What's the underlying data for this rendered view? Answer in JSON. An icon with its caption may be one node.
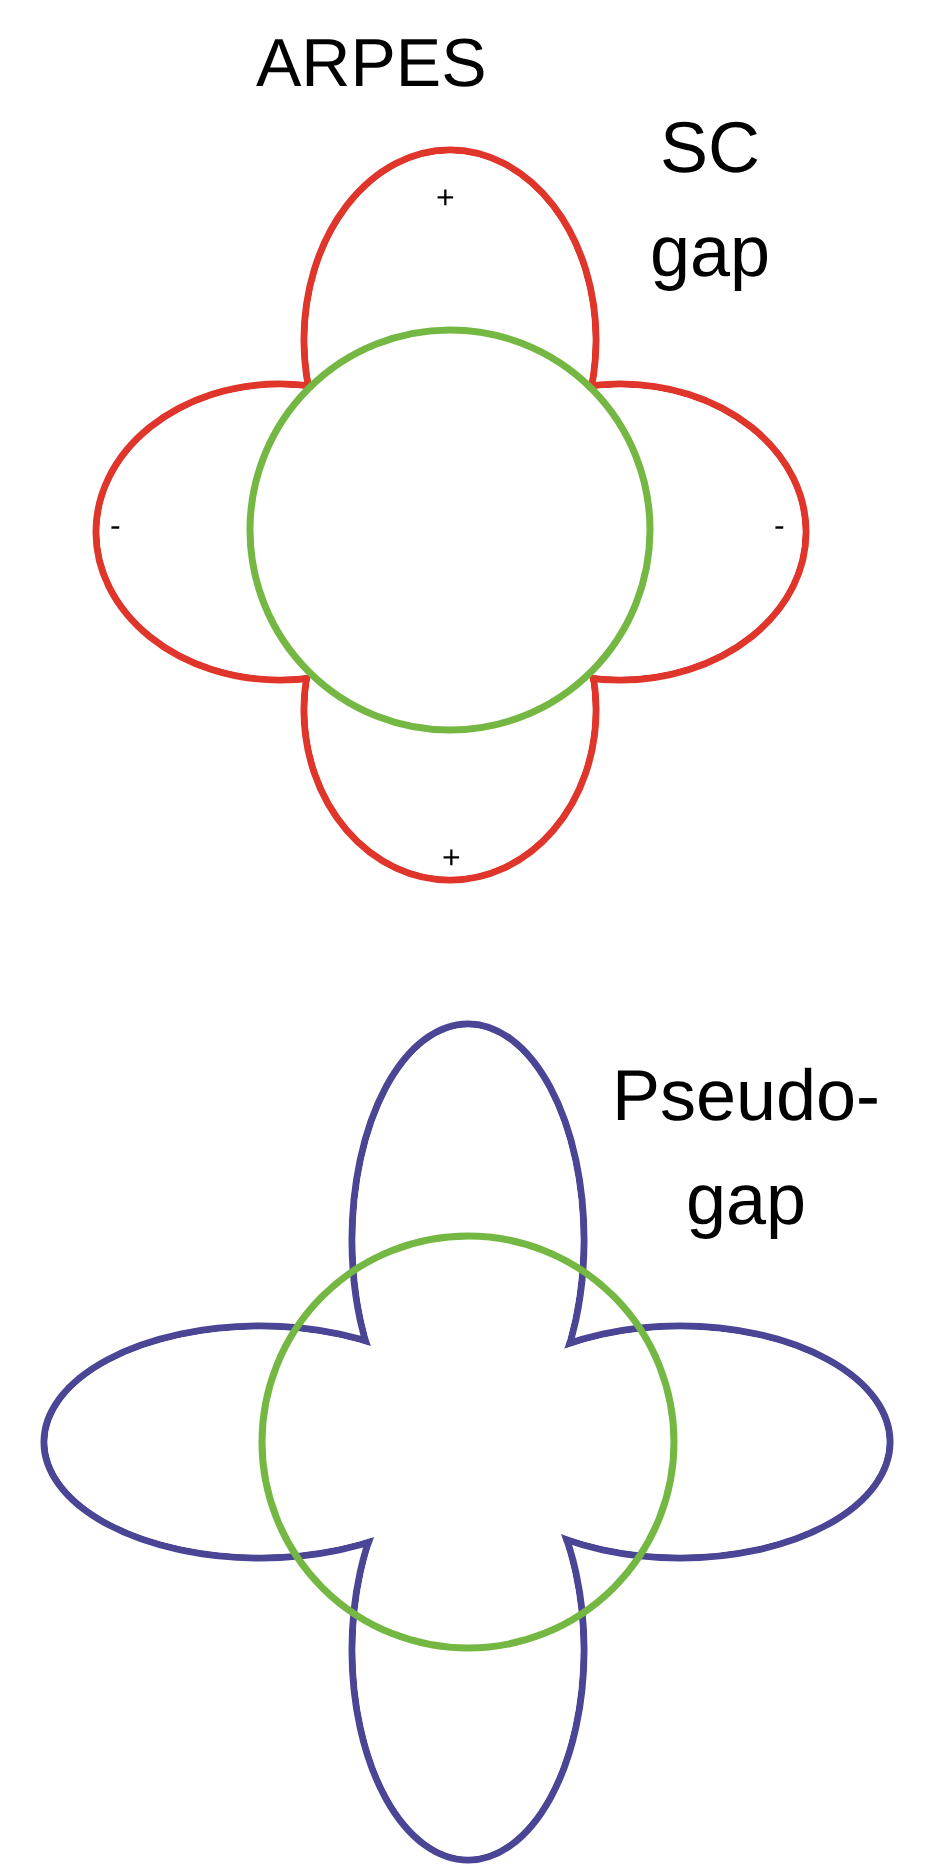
{
  "diagram": {
    "title": "ARPES",
    "labels": [
      "SC gap",
      "+",
      "-",
      "-",
      "+",
      "Pseudo-gap"
    ]
  }
}
